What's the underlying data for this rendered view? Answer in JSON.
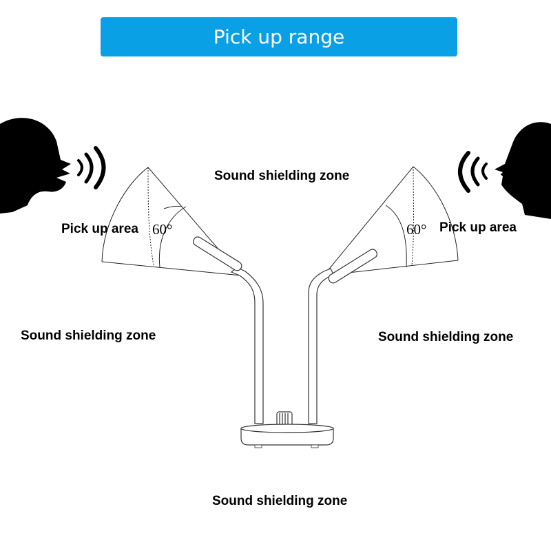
{
  "title": "Pick up range",
  "colors": {
    "title_background": "#0aa0e6",
    "title_text": "#ffffff",
    "ink": "#000000"
  },
  "labels": {
    "zone_top": "Sound shielding zone",
    "zone_left": "Sound shielding zone",
    "zone_right": "Sound shielding zone",
    "zone_bottom": "Sound shielding zone",
    "pickup_left": "Pick up area",
    "pickup_right": "Pick up area",
    "angle_left": "60°",
    "angle_right": "60°"
  },
  "icons": [
    "speaking-head-icon",
    "sound-waves-icon",
    "gooseneck-microphone-icon",
    "pickup-cone-icon"
  ]
}
